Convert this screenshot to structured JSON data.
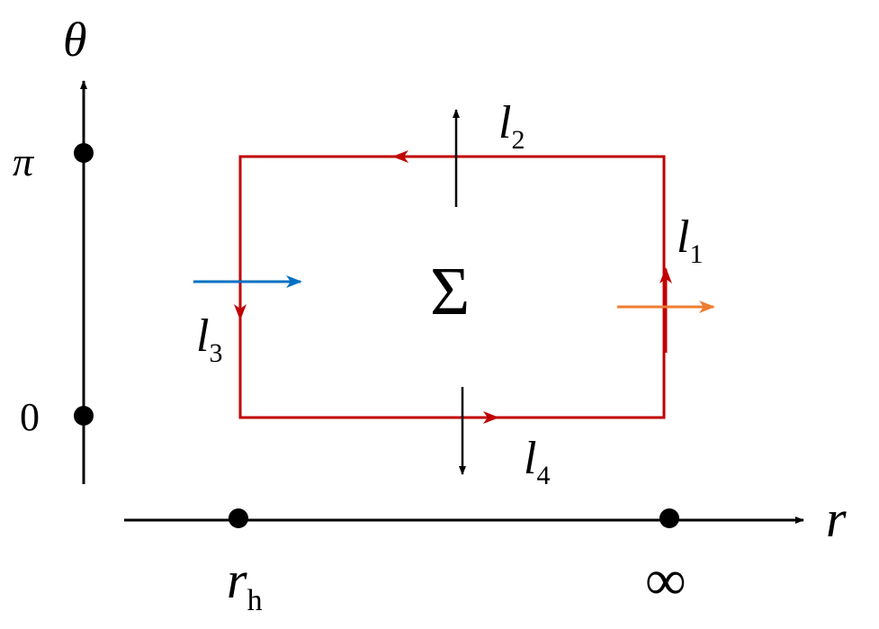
{
  "axes": {
    "vertical_label": "θ",
    "horizontal_label": "r",
    "theta_ticks": [
      "π",
      "0"
    ],
    "r_ticks": {
      "horizon_symbol": "r",
      "horizon_subscript": "h",
      "infinity": "∞"
    }
  },
  "region": {
    "label": "Σ"
  },
  "boundaries": {
    "l1": {
      "symbol": "l",
      "index": "1"
    },
    "l2": {
      "symbol": "l",
      "index": "2"
    },
    "l3": {
      "symbol": "l",
      "index": "3"
    },
    "l4": {
      "symbol": "l",
      "index": "4"
    }
  },
  "colors": {
    "contour": "#c00000",
    "axis": "#000000",
    "normal_left": "#0070c0",
    "normal_right": "#ed7d31"
  }
}
